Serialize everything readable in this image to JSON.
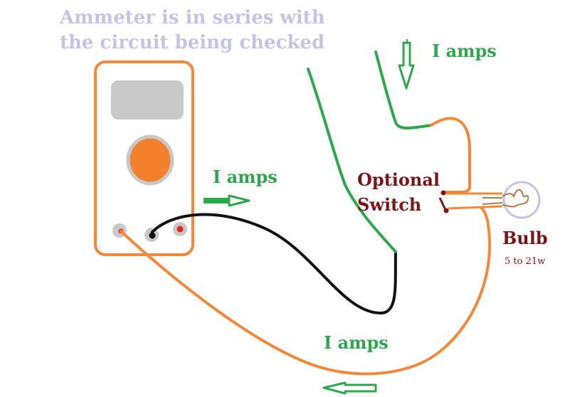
{
  "title": {
    "line1": "Ammeter is in series with",
    "line2": "the circuit being checked"
  },
  "labels": {
    "current_top": "I amps",
    "current_meter": "I amps",
    "current_bottom": "I amps",
    "switch_line1": "Optional",
    "switch_line2": "Switch",
    "bulb": "Bulb",
    "bulb_rating": "5 to 21w"
  },
  "colors": {
    "title": "#c3c3e6",
    "current": "#2ea84c",
    "orange_wire": "#f3883a",
    "black_wire": "#111111",
    "switch_label": "#7a1515",
    "meter_display": "#c8c8c8",
    "meter_knob": "#f3812b",
    "terminal": "#c8c8c8",
    "terminal_red": "#e32626",
    "bulb_glass": "#c4c1e6",
    "filament": "#b47a48"
  }
}
